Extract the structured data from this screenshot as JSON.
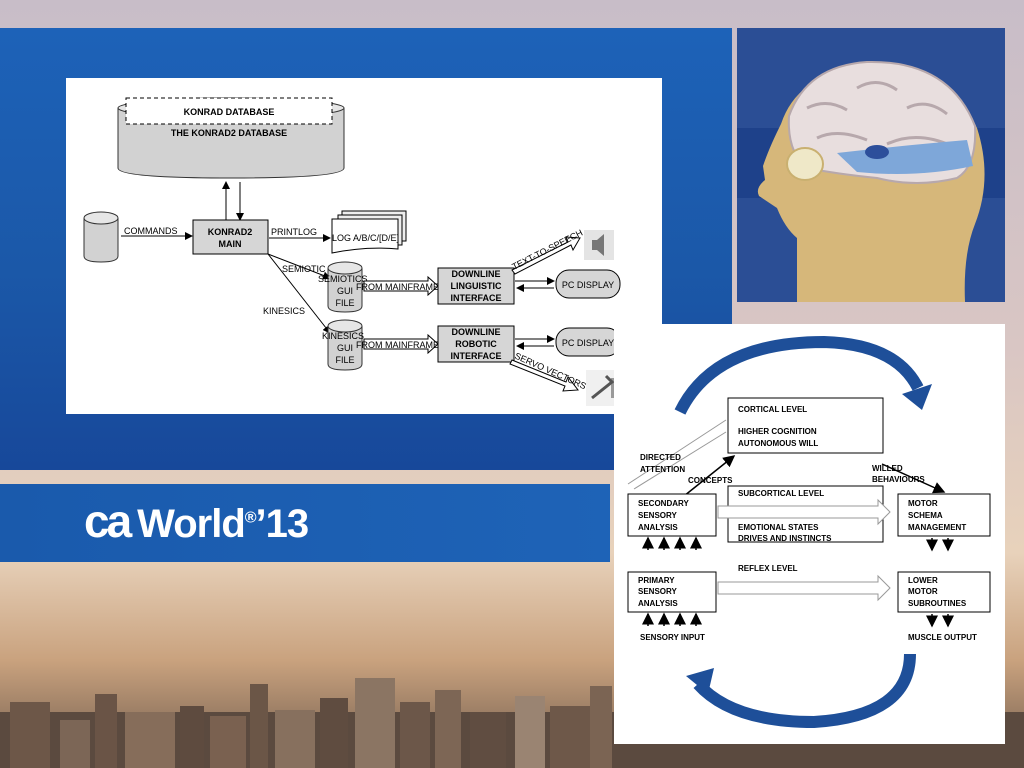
{
  "branding": {
    "logo_ca": "ca",
    "logo_world": "World",
    "logo_year": "’13",
    "logo_reg": "®"
  },
  "konrad": {
    "db_top": "KONRAD DATABASE",
    "db_main": "THE KONRAD2 DATABASE",
    "commands": "COMMANDS",
    "main_1": "KONRAD2",
    "main_2": "MAIN",
    "printlog": "PRINTLOG",
    "log_files": "LOG A/B/C/[D/E]",
    "semiotic": "SEMIOTIC",
    "kinesics": "KINESICS",
    "semiotics_file_1": "SEMIOTICS",
    "kinesics_file_1": "KINESICS",
    "gui": "GUI",
    "file": "FILE",
    "from_mainframe_1": "FROM MAINFRAME",
    "from_mainframe_2": "FROM MAINFRAME",
    "ling_1": "DOWNLINE",
    "ling_2": "LINGUISTIC",
    "ling_3": "INTERFACE",
    "robo_1": "DOWNLINE",
    "robo_2": "ROBOTIC",
    "robo_3": "INTERFACE",
    "pc_display_1": "PC DISPLAY",
    "pc_display_2": "PC DISPLAY",
    "tts": "TEXT-TO-SPEECH",
    "servo": "SERVO VECTORS"
  },
  "brain": {
    "cortical": "CORTICAL LEVEL",
    "higher_1": "HIGHER COGNITION",
    "higher_2": "AUTONOMOUS WILL",
    "directed_1": "DIRECTED",
    "directed_2": "ATTENTION",
    "concepts": "CONCEPTS",
    "willed_1": "WILLED",
    "willed_2": "BEHAVIOURS",
    "subcortical": "SUBCORTICAL LEVEL",
    "emotional_1": "EMOTIONAL STATES",
    "emotional_2": "DRIVES AND INSTINCTS",
    "secondary_1": "SECONDARY",
    "secondary_2": "SENSORY",
    "secondary_3": "ANALYSIS",
    "motor_1": "MOTOR",
    "motor_2": "SCHEMA",
    "motor_3": "MANAGEMENT",
    "reflex": "REFLEX LEVEL",
    "primary_1": "PRIMARY",
    "primary_2": "SENSORY",
    "primary_3": "ANALYSIS",
    "lower_1": "LOWER",
    "lower_2": "MOTOR",
    "lower_3": "SUBROUTINES",
    "sensory_input": "SENSORY INPUT",
    "muscle_output": "MUSCLE OUTPUT"
  }
}
